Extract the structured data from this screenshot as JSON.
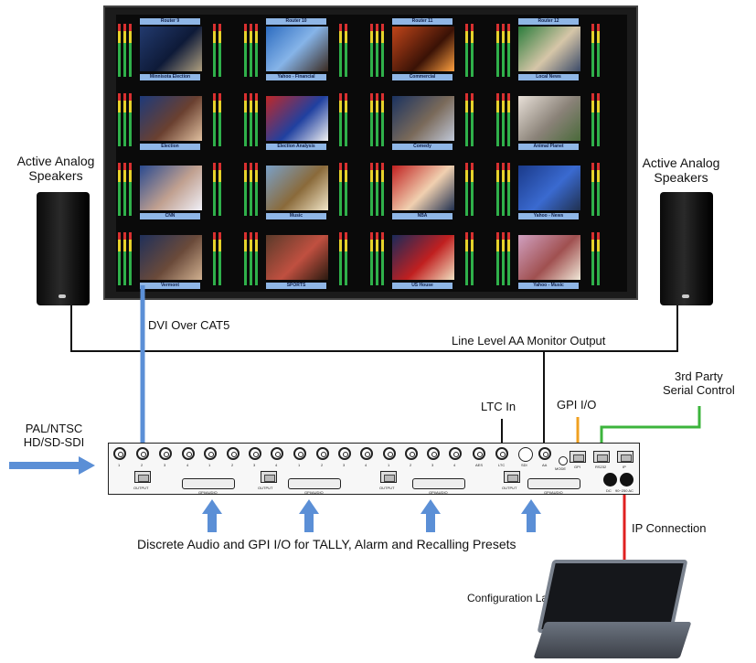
{
  "monitor": {
    "cells": [
      {
        "top": "Router 9",
        "bottom": "Minnisota Election"
      },
      {
        "top": "Router 10",
        "bottom": "Yahoo - Financial"
      },
      {
        "top": "Router 11",
        "bottom": "Commercial"
      },
      {
        "top": "Router 12",
        "bottom": "Local News"
      },
      {
        "top": "",
        "bottom": "Election"
      },
      {
        "top": "",
        "bottom": "Election Analysis"
      },
      {
        "top": "",
        "bottom": "Comedy"
      },
      {
        "top": "",
        "bottom": "Animal Planet"
      },
      {
        "top": "",
        "bottom": "CNN"
      },
      {
        "top": "",
        "bottom": "Music"
      },
      {
        "top": "",
        "bottom": "NBA"
      },
      {
        "top": "",
        "bottom": "Yahoo - News"
      },
      {
        "top": "",
        "bottom": "Vermont"
      },
      {
        "top": "",
        "bottom": "SPORTS"
      },
      {
        "top": "",
        "bottom": "US House"
      },
      {
        "top": "",
        "bottom": "Yahoo - Music"
      }
    ]
  },
  "labels": {
    "speaker_left_1": "Active Analog",
    "speaker_left_2": "Speakers",
    "speaker_right_1": "Active Analog",
    "speaker_right_2": "Speakers",
    "dvi": "DVI Over CAT5",
    "line_level": "Line Level AA Monitor Output",
    "third_party_1": "3rd Party",
    "third_party_2": "Serial Control",
    "ltc_in": "LTC In",
    "gpi_io": "GPI I/O",
    "input_1": "PAL/NTSC",
    "input_2": "HD/SD-SDI",
    "discrete": "Discrete Audio and GPI I/O for TALLY, Alarm and Recalling Presets",
    "ip_connection": "IP Connection",
    "laptop": "Configuration Laptop"
  },
  "device": {
    "bnc_numbers": [
      "1",
      "2",
      "3",
      "4",
      "1",
      "2",
      "3",
      "4",
      "1",
      "2",
      "3",
      "4",
      "1",
      "2",
      "3",
      "4"
    ],
    "output": "OUTPUT",
    "gpi_audio": "GPI/AUDIO",
    "aes": "AES",
    "ltc": "LTC",
    "sdi": "SDI",
    "aa": "AA",
    "mode": "MODE",
    "gpi": "GPI",
    "rs232": "RS232",
    "ip": "IP",
    "dc": "DC",
    "ac": "90~250 AC"
  },
  "colors": {
    "blue_line": "#5b8fd6",
    "black_line": "#111111",
    "orange_line": "#f0a020",
    "green_line": "#3cb43c",
    "red_line": "#e02020"
  }
}
